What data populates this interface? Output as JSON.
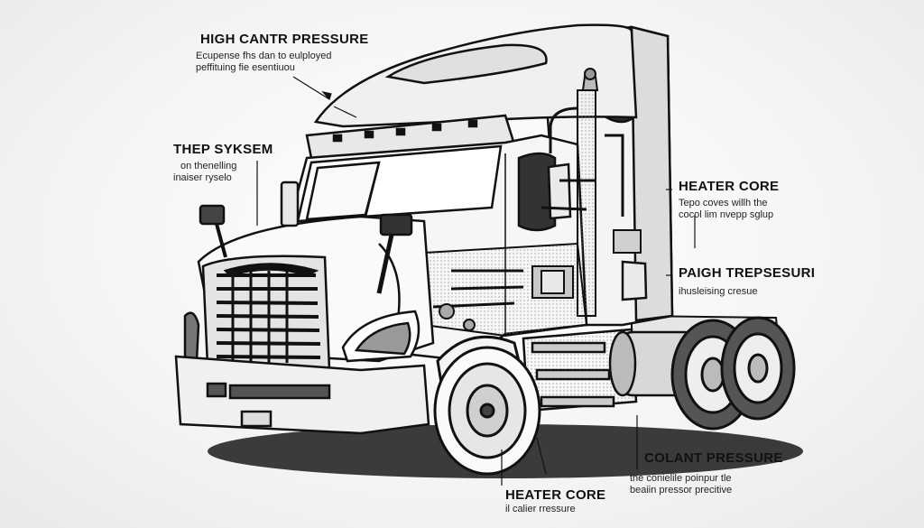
{
  "callouts": {
    "top": {
      "title": "HIGH CANTR PRESSURE",
      "desc1": "Ecupense fhs dan to eulployed",
      "desc2": "peffituing fie esentiuou"
    },
    "left": {
      "title": "THEP SYKSEM",
      "desc1": "on thenelling",
      "desc2": "inaiser ryselo"
    },
    "right1": {
      "title": "HEATER CORE",
      "desc1": "Tepo coves willh the",
      "desc2": "cocol lim nvepp sglup"
    },
    "right2": {
      "title": "PAIGH TREPSESURI",
      "desc1": "ihusleising cresue"
    },
    "bottom_right": {
      "title": "COLANT PRESSURE",
      "desc1": "the conielile poinpur tle",
      "desc2": "beaiin pressor precitive"
    },
    "bottom_center": {
      "title": "HEATER CORE",
      "desc1": "il calier   rressure"
    }
  },
  "colors": {
    "ink": "#111111",
    "paper": "#f3f3f3"
  }
}
